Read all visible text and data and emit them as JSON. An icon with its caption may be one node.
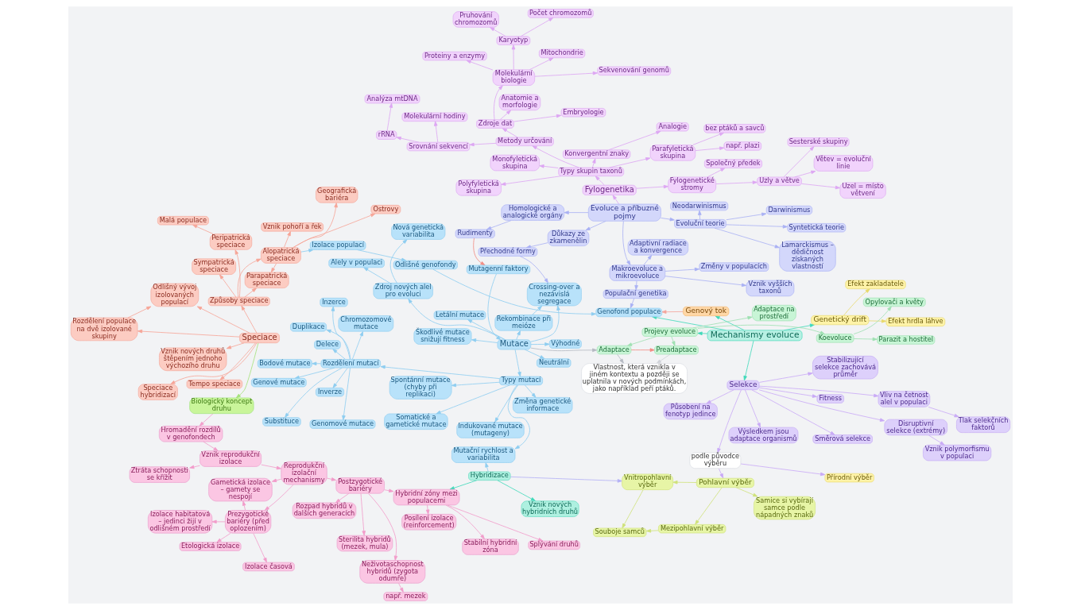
{
  "diagram": {
    "nodes": [
      {
        "text": [
          "Izolace habitatová – jedinci žijí v odlišném prostředí"
        ]
      },
      {
        "text": [
          "Izolace časová"
        ]
      },
      {
        "text": [
          "Etologická izolace"
        ]
      },
      {
        "text": [
          "Prezygotické bariéry (před oplozením)"
        ]
      },
      {
        "text": [
          "Gametická izolace – gamety se nespojí"
        ]
      },
      {
        "text": [
          "Reprodukční izolační mechanismy"
        ]
      },
      {
        "text": [
          "Postzygotické bariéry"
        ]
      },
      {
        "text": [
          "např. mezek"
        ]
      },
      {
        "text": [
          "Neživotaschopnost hybridů (zygota odumře)"
        ]
      },
      {
        "text": [
          "Sterilita hybridů (mezek, mula)"
        ]
      },
      {
        "text": [
          "Rozpad hybridů v dalších generacích"
        ]
      },
      {
        "text": [
          "Posílení izolace (reinforcement)"
        ]
      },
      {
        "text": [
          "Hybridní zóny mezi populacemi"
        ]
      },
      {
        "text": [
          "Splývání druhů"
        ]
      },
      {
        "text": [
          "Stabilní hybridní zóna"
        ]
      },
      {
        "text": [
          "Vznik reprodukční izolace"
        ]
      },
      {
        "text": [
          "Hromadění rozdílů v genofondech"
        ]
      },
      {
        "text": [
          "Ztráta schopnosti se křížit"
        ]
      },
      {
        "text": [
          "Genové mutace"
        ]
      },
      {
        "text": [
          "Bodové mutace"
        ]
      },
      {
        "text": [
          "Inverze"
        ]
      },
      {
        "text": [
          "Substituce"
        ]
      },
      {
        "text": [
          "Delece"
        ]
      },
      {
        "text": [
          "Inzerce"
        ]
      },
      {
        "text": [
          "Duplikace"
        ]
      },
      {
        "text": [
          "Rozdělení mutací"
        ]
      },
      {
        "text": [
          "Chromozomové mutace"
        ]
      },
      {
        "text": [
          "Spontánní mutace (chyby při replikaci)"
        ]
      },
      {
        "text": [
          "Genomové mutace"
        ]
      },
      {
        "text": [
          "Změna genetické informace"
        ]
      },
      {
        "text": [
          "Typy mutací"
        ]
      },
      {
        "text": [
          "Indukované mutace (mutageny)"
        ]
      },
      {
        "text": [
          "Somatické a gametické mutace"
        ]
      },
      {
        "text": [
          "Nová genetická variabilita"
        ]
      },
      {
        "text": [
          "Mutační rychlost a variabilita"
        ]
      },
      {
        "text": [
          "Neutrální"
        ]
      },
      {
        "text": [
          "Výhodné"
        ]
      },
      {
        "text": [
          "Zdroj nových alel pro evoluci"
        ]
      },
      {
        "text": [
          "Alely v populaci"
        ]
      },
      {
        "text": [
          "Škodlivé mutace snižují fitness"
        ]
      },
      {
        "text": [
          "Rekombinace při meióze"
        ]
      },
      {
        "text": [
          "Mutace"
        ]
      },
      {
        "text": [
          "Letální mutace"
        ]
      },
      {
        "text": [
          "Crossing-over a nezávislá segregace"
        ]
      },
      {
        "text": [
          "Mutagenní faktory"
        ]
      },
      {
        "text": [
          "Uzel = místo větvení"
        ]
      },
      {
        "text": [
          "Sesterské skupiny"
        ]
      },
      {
        "text": [
          "Větev = evoluční linie"
        ]
      },
      {
        "text": [
          "Společný předek"
        ]
      },
      {
        "text": [
          "Uzly a větve"
        ]
      },
      {
        "text": [
          "Fylogenetické stromy"
        ]
      },
      {
        "text": [
          "např. plazi"
        ]
      },
      {
        "text": [
          "Parafyletická skupina"
        ]
      },
      {
        "text": [
          "Monofyletická skupina"
        ]
      },
      {
        "text": [
          "bez ptáků a savců"
        ]
      },
      {
        "text": [
          "Fylogenetika"
        ]
      },
      {
        "text": [
          "Polyfyletická skupina"
        ]
      },
      {
        "text": [
          "Typy skupin taxonů"
        ]
      },
      {
        "text": [
          "Konvergentní znaky"
        ]
      },
      {
        "text": [
          "Analogie"
        ]
      },
      {
        "text": [
          "Metody určování"
        ]
      },
      {
        "text": [
          "Molekulární hodiny"
        ]
      },
      {
        "text": [
          "Srovnání sekvencí"
        ]
      },
      {
        "text": [
          "Zdroje dat"
        ]
      },
      {
        "text": [
          "rRNA"
        ]
      },
      {
        "text": [
          "Analýza mtDNA"
        ]
      },
      {
        "text": [
          "Anatomie a morfologie"
        ]
      },
      {
        "text": [
          "Embryologie"
        ]
      },
      {
        "text": [
          "Molekulární biologie"
        ]
      },
      {
        "text": [
          "Počet chromozomů"
        ]
      },
      {
        "text": [
          "Proteiny a enzymy"
        ]
      },
      {
        "text": [
          "Karyotyp"
        ]
      },
      {
        "text": [
          "Sekvenování genomů"
        ]
      },
      {
        "text": [
          "Mitochondrie"
        ]
      },
      {
        "text": [
          "Pruhování chromozomů"
        ]
      },
      {
        "text": [
          "Hybridizace"
        ]
      },
      {
        "text": [
          "Vznik nových hybridních druhů"
        ]
      },
      {
        "text": [
          "Biologický koncept druhu"
        ]
      },
      {
        "text": [
          "Vznik nových druhů štěpením jednoho výchozího druhu"
        ]
      },
      {
        "text": [
          "Tempo speciace"
        ]
      },
      {
        "text": [
          "Rozdělení populace na dvě izolované skupiny"
        ]
      },
      {
        "text": [
          "Speciace"
        ]
      },
      {
        "text": [
          "Speciace hybridizací"
        ]
      },
      {
        "text": [
          "Způsoby speciace"
        ]
      },
      {
        "text": [
          "Odlišný vývoj izolovaných populací"
        ]
      },
      {
        "text": [
          "Geografická bariéra"
        ]
      },
      {
        "text": [
          "Alopatrická speciace"
        ]
      },
      {
        "text": [
          "Vznik pohoří a řek"
        ]
      },
      {
        "text": [
          "Sympatrická speciace"
        ]
      },
      {
        "text": [
          "Peripatrická speciace"
        ]
      },
      {
        "text": [
          "Ostrovy"
        ]
      },
      {
        "text": [
          "Parapatrická speciace"
        ]
      },
      {
        "text": [
          "Malá populace"
        ]
      },
      {
        "text": [
          "Izolace populací"
        ]
      },
      {
        "text": [
          "Odlišné genofondy"
        ]
      },
      {
        "text": [
          "Genofond populace"
        ]
      },
      {
        "text": [
          "Evoluce a příbuzné pojmy"
        ]
      },
      {
        "text": [
          "Přechodné formy"
        ]
      },
      {
        "text": [
          "Lamarckismus – dědičnost získaných vlastností"
        ]
      },
      {
        "text": [
          "Důkazy ze zkamenělin"
        ]
      },
      {
        "text": [
          "Darwinismus"
        ]
      },
      {
        "text": [
          "Evoluční teorie"
        ]
      },
      {
        "text": [
          "Rudimenty"
        ]
      },
      {
        "text": [
          "Homologické a analogické orgány"
        ]
      },
      {
        "text": [
          "Neodarwinismus"
        ]
      },
      {
        "text": [
          "Syntetická teorie"
        ]
      },
      {
        "text": [
          "Makroevoluce a mikroevoluce"
        ]
      },
      {
        "text": [
          "Vznik vyšších taxonů"
        ]
      },
      {
        "text": [
          "Změny v populacích"
        ]
      },
      {
        "text": [
          "Adaptivní radiace a konvergence"
        ]
      },
      {
        "text": [
          "Populační genetika"
        ]
      },
      {
        "text": [
          "Tlak selekčních faktorů"
        ]
      },
      {
        "text": [
          "Působení na fenotyp jedince"
        ]
      },
      {
        "text": [
          "Vliv na četnost alel v populaci"
        ]
      },
      {
        "text": [
          "Vnitropohlavní výběr"
        ]
      },
      {
        "text": [
          "Souboje samců"
        ]
      },
      {
        "text": [
          "Mezipohlavní výběr"
        ]
      },
      {
        "text": [
          "Stabilizující selekce zachovává průměr"
        ]
      },
      {
        "text": [
          "Samice si vybírají samce podle nápadných znaků"
        ]
      },
      {
        "text": [
          "Selekce"
        ]
      },
      {
        "text": [
          "Pohlavní výběr"
        ]
      },
      {
        "text": [
          "Směrová selekce"
        ]
      },
      {
        "text": [
          "podle původce výběru"
        ]
      },
      {
        "text": [
          "Disruptivní selekce (extrémy)"
        ]
      },
      {
        "text": [
          "Přírodní výběr"
        ]
      },
      {
        "text": [
          "Výsledkem jsou adaptace organismů"
        ]
      },
      {
        "text": [
          "Vznik polymorfismu v populaci"
        ]
      },
      {
        "text": [
          "Fitness"
        ]
      },
      {
        "text": [
          "Mechanismy evoluce"
        ]
      },
      {
        "text": [
          "Genový tok"
        ]
      },
      {
        "text": [
          "Adaptace"
        ]
      },
      {
        "text": [
          "Efekt zakladatele"
        ]
      },
      {
        "text": [
          "Genetický drift"
        ]
      },
      {
        "text": [
          "Projevy evoluce"
        ]
      },
      {
        "text": [
          "Adaptace na prostředí"
        ]
      },
      {
        "text": [
          "Koevoluce"
        ]
      },
      {
        "text": [
          "Efekt hrdla láhve"
        ]
      },
      {
        "text": [
          "Preadaptace"
        ]
      },
      {
        "text": [
          "Vlastnost, která vznikla v jiném kontextu a později se uplatnila v nových podmínkách, jako například peří ptáků."
        ]
      },
      {
        "text": [
          "Parazit a hostitel"
        ]
      },
      {
        "text": [
          "Opylovači a květy"
        ]
      }
    ],
    "edges": [
      {
        "from": 77,
        "to": 16,
        "arrow": "to",
        "color": "#f29cca"
      },
      {
        "from": 16,
        "to": 15,
        "arrow": "to",
        "color": "#f29cca"
      },
      {
        "from": 15,
        "to": 17,
        "arrow": "to",
        "color": "#f29cca"
      },
      {
        "from": 15,
        "to": 5,
        "arrow": "to",
        "color": "#f29cca"
      },
      {
        "from": 5,
        "to": 3,
        "arrow": "to",
        "color": "#f29cca"
      },
      {
        "from": 3,
        "to": 0,
        "arrow": "to",
        "color": "#f29cca"
      },
      {
        "from": 3,
        "to": 1,
        "arrow": "to",
        "color": "#f29cca"
      },
      {
        "from": 3,
        "to": 2,
        "arrow": "to",
        "color": "#f29cca"
      },
      {
        "from": 3,
        "to": 4,
        "arrow": "to",
        "color": "#f29cca"
      },
      {
        "from": 5,
        "to": 4,
        "arrow": "to",
        "color": "#f29cca"
      },
      {
        "from": 5,
        "to": 6,
        "arrow": "to",
        "color": "#f29cca"
      },
      {
        "from": 6,
        "to": 8,
        "arrow": "to",
        "color": "#f29cca"
      },
      {
        "from": 8,
        "to": 7,
        "arrow": "to",
        "color": "#f29cca"
      },
      {
        "from": 6,
        "to": 9,
        "arrow": "to",
        "color": "#f29cca"
      },
      {
        "from": 6,
        "to": 10,
        "arrow": "to",
        "color": "#f29cca"
      },
      {
        "from": 6,
        "to": 12,
        "arrow": "to",
        "color": "#f29cca"
      },
      {
        "from": 12,
        "to": 11,
        "arrow": "to",
        "color": "#f29cca"
      },
      {
        "from": 12,
        "to": 13,
        "arrow": "to",
        "color": "#f29cca"
      },
      {
        "from": 12,
        "to": 14,
        "arrow": "to",
        "color": "#f29cca"
      },
      {
        "from": 75,
        "to": 12,
        "arrow": "to",
        "color": "#40d9b9"
      },
      {
        "from": 75,
        "to": 76,
        "arrow": "to",
        "color": "#40d9b9"
      },
      {
        "from": 75,
        "to": 34,
        "arrow": "to"
      },
      {
        "from": 75,
        "to": 114,
        "arrow": "to",
        "color": "#b3b0f5"
      },
      {
        "from": 41,
        "to": 30,
        "arrow": "to"
      },
      {
        "from": 30,
        "to": 25,
        "arrow": "to"
      },
      {
        "from": 25,
        "to": 18,
        "arrow": "to"
      },
      {
        "from": 25,
        "to": 19,
        "arrow": "to"
      },
      {
        "from": 25,
        "to": 20,
        "arrow": "to"
      },
      {
        "from": 25,
        "to": 21,
        "arrow": "to"
      },
      {
        "from": 25,
        "to": 22,
        "arrow": "to"
      },
      {
        "from": 25,
        "to": 23,
        "arrow": "to"
      },
      {
        "from": 25,
        "to": 24,
        "arrow": "to"
      },
      {
        "from": 25,
        "to": 26,
        "arrow": "to"
      },
      {
        "from": 25,
        "to": 28,
        "arrow": "to"
      },
      {
        "from": 30,
        "to": 29,
        "arrow": "to"
      },
      {
        "from": 30,
        "to": 27,
        "arrow": "to"
      },
      {
        "from": 30,
        "to": 31,
        "arrow": "to"
      },
      {
        "from": 30,
        "to": 32,
        "arrow": "to"
      },
      {
        "from": 30,
        "to": 34,
        "arrow": "to"
      },
      {
        "from": 41,
        "to": 35,
        "arrow": "to"
      },
      {
        "from": 41,
        "to": 36,
        "arrow": "to"
      },
      {
        "from": 41,
        "to": 39,
        "arrow": "to"
      },
      {
        "from": 41,
        "to": 42,
        "arrow": "to"
      },
      {
        "from": 41,
        "to": 37,
        "arrow": "to"
      },
      {
        "from": 37,
        "to": 33,
        "arrow": "to"
      },
      {
        "from": 37,
        "to": 38,
        "arrow": "to"
      },
      {
        "from": 41,
        "to": 40,
        "arrow": "to"
      },
      {
        "from": 41,
        "to": 43,
        "arrow": "to"
      },
      {
        "from": 40,
        "to": 43,
        "arrow": "to"
      },
      {
        "from": 44,
        "to": 41,
        "arrow": "to"
      },
      {
        "from": 81,
        "to": 77,
        "arrow": "to",
        "color": "#a5e27a"
      },
      {
        "from": 81,
        "to": 78,
        "arrow": "to",
        "color": "#f6a597"
      },
      {
        "from": 81,
        "to": 79,
        "arrow": "to",
        "color": "#f6a597"
      },
      {
        "from": 81,
        "to": 82,
        "arrow": "to",
        "color": "#f6a597"
      },
      {
        "from": 81,
        "to": 80,
        "arrow": "to",
        "color": "#f6a597"
      },
      {
        "from": 81,
        "to": 84,
        "arrow": "to",
        "color": "#f6a597"
      },
      {
        "from": 80,
        "to": 84,
        "arrow": "to",
        "color": "#f6a597"
      },
      {
        "from": 81,
        "to": 83,
        "arrow": "to",
        "color": "#f6a597"
      },
      {
        "from": 83,
        "to": 88,
        "arrow": "to",
        "color": "#f6a597"
      },
      {
        "from": 83,
        "to": 89,
        "arrow": "to",
        "color": "#f6a597"
      },
      {
        "from": 89,
        "to": 92,
        "arrow": "to",
        "color": "#f6a597"
      },
      {
        "from": 83,
        "to": 86,
        "arrow": "to",
        "color": "#f6a597"
      },
      {
        "from": 83,
        "to": 91,
        "arrow": "to",
        "color": "#f6a597"
      },
      {
        "from": 86,
        "to": 85,
        "arrow": "to",
        "color": "#f6a597"
      },
      {
        "from": 86,
        "to": 87,
        "arrow": "to",
        "color": "#f6a597"
      },
      {
        "from": 86,
        "to": 90,
        "arrow": "to",
        "color": "#f6a597"
      },
      {
        "from": 86,
        "to": 91,
        "arrow": "to",
        "color": "#f6a597"
      },
      {
        "from": 86,
        "to": 93,
        "arrow": "to"
      },
      {
        "from": 93,
        "to": 94,
        "arrow": "to"
      },
      {
        "from": 94,
        "to": 95,
        "arrow": "to"
      },
      {
        "from": 96,
        "to": 99,
        "arrow": "to",
        "color": "#a9b1f4"
      },
      {
        "from": 99,
        "to": 97,
        "arrow": "to",
        "color": "#a9b1f4"
      },
      {
        "from": 97,
        "to": 43,
        "arrow": "to",
        "color": "#a9b1f4"
      },
      {
        "from": 96,
        "to": 103,
        "arrow": "to",
        "color": "#a9b1f4"
      },
      {
        "from": 103,
        "to": 102,
        "arrow": "to",
        "color": "#a9b1f4"
      },
      {
        "from": 102,
        "to": 44,
        "arrow": "to",
        "color": "#f28b82"
      },
      {
        "from": 96,
        "to": 101,
        "arrow": "to",
        "color": "#a9b1f4"
      },
      {
        "from": 101,
        "to": 98,
        "arrow": "to",
        "color": "#a9b1f4"
      },
      {
        "from": 101,
        "to": 100,
        "arrow": "to",
        "color": "#a9b1f4"
      },
      {
        "from": 101,
        "to": 104,
        "arrow": "to",
        "color": "#a9b1f4"
      },
      {
        "from": 101,
        "to": 105,
        "arrow": "to",
        "color": "#a9b1f4"
      },
      {
        "from": 96,
        "to": 106,
        "arrow": "to",
        "color": "#a9b1f4"
      },
      {
        "from": 106,
        "to": 107,
        "arrow": "to",
        "color": "#a9b1f4"
      },
      {
        "from": 106,
        "to": 108,
        "arrow": "to",
        "color": "#a9b1f4"
      },
      {
        "from": 106,
        "to": 109,
        "arrow": "to",
        "color": "#a9b1f4"
      },
      {
        "from": 106,
        "to": 110,
        "arrow": "to",
        "color": "#a9b1f4"
      },
      {
        "from": 110,
        "to": 95,
        "arrow": "to",
        "color": "#a9b1f4"
      },
      {
        "from": 96,
        "to": 55,
        "arrow": "to",
        "color": "#dda6f3"
      },
      {
        "from": 55,
        "to": 50,
        "arrow": "to",
        "color": "#dda6f3"
      },
      {
        "from": 50,
        "to": 48,
        "arrow": "to",
        "color": "#dda6f3"
      },
      {
        "from": 50,
        "to": 49,
        "arrow": "to",
        "color": "#dda6f3"
      },
      {
        "from": 49,
        "to": 45,
        "arrow": "to",
        "color": "#dda6f3"
      },
      {
        "from": 49,
        "to": 47,
        "arrow": "to",
        "color": "#dda6f3"
      },
      {
        "from": 49,
        "to": 46,
        "arrow": "to",
        "color": "#dda6f3"
      },
      {
        "from": 55,
        "to": 57,
        "arrow": "to",
        "color": "#dda6f3"
      },
      {
        "from": 57,
        "to": 53,
        "arrow": "to",
        "color": "#dda6f3"
      },
      {
        "from": 57,
        "to": 52,
        "arrow": "to",
        "color": "#dda6f3"
      },
      {
        "from": 52,
        "to": 51,
        "arrow": "to",
        "color": "#dda6f3"
      },
      {
        "from": 52,
        "to": 54,
        "arrow": "to",
        "color": "#dda6f3"
      },
      {
        "from": 57,
        "to": 56,
        "arrow": "to",
        "color": "#dda6f3"
      },
      {
        "from": 57,
        "to": 58,
        "arrow": "to",
        "color": "#dda6f3"
      },
      {
        "from": 58,
        "to": 59,
        "arrow": "to",
        "color": "#dda6f3"
      },
      {
        "from": 57,
        "to": 60,
        "arrow": "to",
        "color": "#dda6f3"
      },
      {
        "from": 60,
        "to": 62,
        "arrow": "to",
        "color": "#dda6f3"
      },
      {
        "from": 62,
        "to": 61,
        "arrow": "to",
        "color": "#dda6f3"
      },
      {
        "from": 62,
        "to": 64,
        "arrow": "to",
        "color": "#dda6f3"
      },
      {
        "from": 64,
        "to": 65,
        "arrow": "to",
        "color": "#dda6f3"
      },
      {
        "from": 60,
        "to": 63,
        "arrow": "to",
        "color": "#dda6f3"
      },
      {
        "from": 63,
        "to": 66,
        "arrow": "to",
        "color": "#dda6f3"
      },
      {
        "from": 63,
        "to": 67,
        "arrow": "to",
        "color": "#dda6f3"
      },
      {
        "from": 63,
        "to": 68,
        "arrow": "to",
        "color": "#dda6f3"
      },
      {
        "from": 68,
        "to": 70,
        "arrow": "to",
        "color": "#dda6f3"
      },
      {
        "from": 68,
        "to": 72,
        "arrow": "to",
        "color": "#dda6f3"
      },
      {
        "from": 68,
        "to": 73,
        "arrow": "to",
        "color": "#dda6f3"
      },
      {
        "from": 68,
        "to": 71,
        "arrow": "to",
        "color": "#dda6f3"
      },
      {
        "from": 71,
        "to": 69,
        "arrow": "to",
        "color": "#dda6f3"
      },
      {
        "from": 71,
        "to": 74,
        "arrow": "to",
        "color": "#dda6f3"
      },
      {
        "from": 119,
        "to": 113,
        "arrow": "to",
        "color": "#c9aaf6"
      },
      {
        "from": 113,
        "to": 111,
        "arrow": "to",
        "color": "#c9aaf6"
      },
      {
        "from": 119,
        "to": 112,
        "arrow": "to",
        "color": "#c9aaf6"
      },
      {
        "from": 119,
        "to": 117,
        "arrow": "to",
        "color": "#c9aaf6"
      },
      {
        "from": 119,
        "to": 121,
        "arrow": "to",
        "color": "#c9aaf6"
      },
      {
        "from": 119,
        "to": 123,
        "arrow": "to",
        "color": "#c9aaf6"
      },
      {
        "from": 123,
        "to": 126,
        "arrow": "to",
        "color": "#c9aaf6"
      },
      {
        "from": 119,
        "to": 127,
        "arrow": "to",
        "color": "#c9aaf6"
      },
      {
        "from": 119,
        "to": 125,
        "arrow": "to",
        "color": "#c9aaf6"
      },
      {
        "from": 119,
        "to": 122,
        "arrow": "to",
        "color": "#c9aaf6"
      },
      {
        "from": 122,
        "to": 120,
        "arrow": "to",
        "color": "#c9aaf6"
      },
      {
        "from": 122,
        "to": 124,
        "arrow": "to",
        "color": "#c9aaf6"
      },
      {
        "from": 120,
        "to": 114,
        "arrow": "to",
        "color": "#cfe27a"
      },
      {
        "from": 120,
        "to": 116,
        "arrow": "to",
        "color": "#cfe27a"
      },
      {
        "from": 114,
        "to": 115,
        "arrow": "to",
        "color": "#cfe27a"
      },
      {
        "from": 116,
        "to": 115,
        "arrow": "to",
        "color": "#cfe27a"
      },
      {
        "from": 120,
        "to": 118,
        "arrow": "to",
        "color": "#cfe27a"
      },
      {
        "from": 128,
        "to": 129,
        "arrow": "to",
        "color": "#40d9b9"
      },
      {
        "from": 128,
        "to": 95,
        "arrow": "to",
        "color": "#40d9b9"
      },
      {
        "from": 128,
        "to": 119,
        "arrow": "to",
        "color": "#40d9b9"
      },
      {
        "from": 128,
        "to": 132,
        "arrow": "to",
        "color": "#40d9b9"
      },
      {
        "from": 128,
        "to": 133,
        "arrow": "to",
        "color": "#40d9b9"
      },
      {
        "from": 129,
        "to": 95,
        "arrow": "to",
        "color": "#f4a59c"
      },
      {
        "from": 132,
        "to": 131,
        "arrow": "to",
        "color": "#e8d96b"
      },
      {
        "from": 132,
        "to": 136,
        "arrow": "to",
        "color": "#e8d96b"
      },
      {
        "from": 133,
        "to": 130,
        "arrow": "to",
        "color": "#9fe0b2"
      },
      {
        "from": 133,
        "to": 134,
        "arrow": "to",
        "color": "#9fe0b2"
      },
      {
        "from": 133,
        "to": 135,
        "arrow": "to",
        "color": "#9fe0b2"
      },
      {
        "from": 135,
        "to": 139,
        "arrow": "to",
        "color": "#9fe0b2"
      },
      {
        "from": 135,
        "to": 140,
        "arrow": "to",
        "color": "#9fe0b2"
      },
      {
        "from": 133,
        "to": 137,
        "arrow": "to",
        "color": "#9fe0b2"
      },
      {
        "from": 41,
        "to": 130,
        "arrow": "to",
        "color": "#b5b9c2"
      },
      {
        "from": 130,
        "to": 138,
        "arrow": "to",
        "color": "#b5b9c2"
      },
      {
        "from": 130,
        "to": 137,
        "arrow": "to",
        "color": "#f28b82"
      },
      {
        "from": 137,
        "to": 138,
        "arrow": "to",
        "color": "#cfd2d8"
      }
    ]
  }
}
